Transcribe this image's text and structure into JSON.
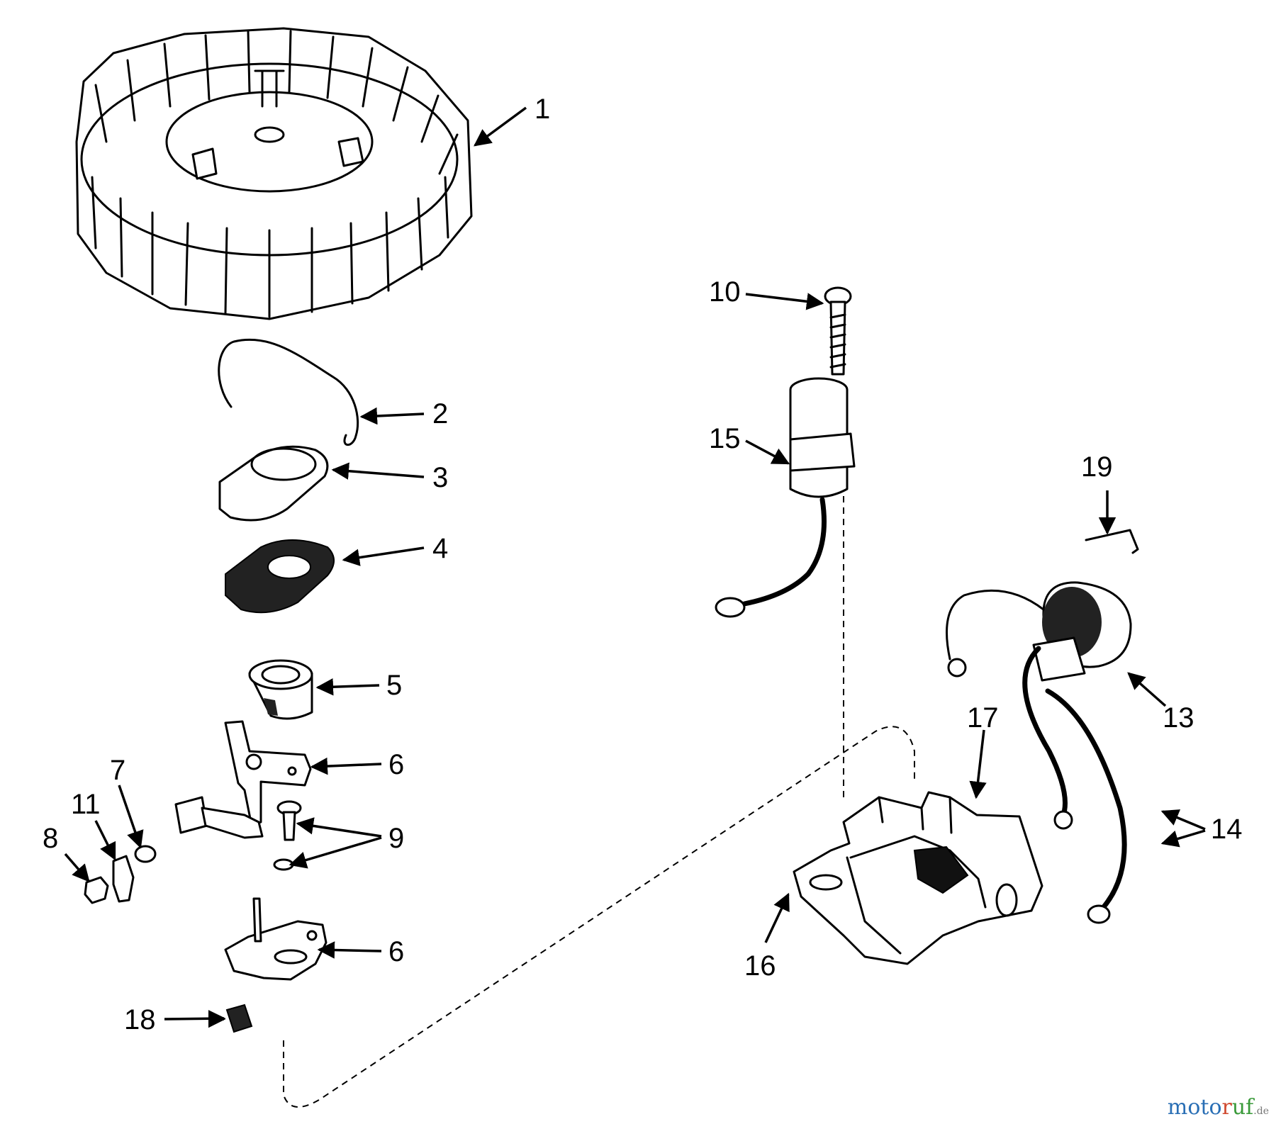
{
  "callouts": {
    "c1": "1",
    "c2": "2",
    "c3": "3",
    "c4": "4",
    "c5": "5",
    "c6a": "6",
    "c6b": "6",
    "c7": "7",
    "c8": "8",
    "c9": "9",
    "c10": "10",
    "c11": "11",
    "c13": "13",
    "c14": "14",
    "c15": "15",
    "c16": "16",
    "c17": "17",
    "c18": "18",
    "c19": "19"
  },
  "watermark": {
    "a": "moto",
    "b": "r",
    "c": "uf",
    "d": ".de"
  }
}
